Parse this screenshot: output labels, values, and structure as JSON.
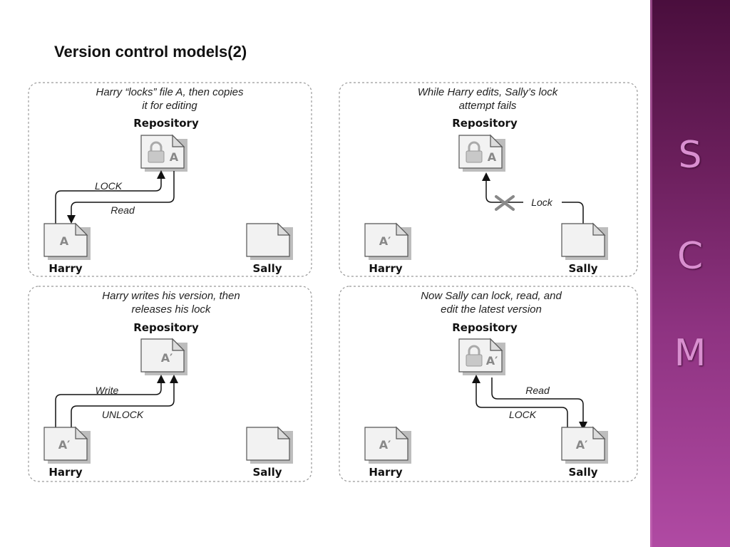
{
  "slide": {
    "title": "Version control models(2)"
  },
  "sidebar": {
    "letters": [
      "S",
      "C",
      "M"
    ]
  },
  "panels": [
    {
      "caption_line1": "Harry “locks” file A, then copies",
      "caption_line2": "it for editing",
      "repository_label": "Repository",
      "repository_doc": "A",
      "repository_locked": true,
      "harry_label": "Harry",
      "harry_doc": "A",
      "sally_label": "Sally",
      "sally_doc": "",
      "arrow_labels": [
        "LOCK",
        "Read"
      ]
    },
    {
      "caption_line1": "While Harry edits, Sally’s lock",
      "caption_line2": "attempt fails",
      "repository_label": "Repository",
      "repository_doc": "A",
      "repository_locked": true,
      "harry_label": "Harry",
      "harry_doc": "A′",
      "sally_label": "Sally",
      "sally_doc": "",
      "arrow_labels": [
        "Lock"
      ]
    },
    {
      "caption_line1": "Harry writes his version, then",
      "caption_line2": "releases his lock",
      "repository_label": "Repository",
      "repository_doc": "A′",
      "repository_locked": false,
      "harry_label": "Harry",
      "harry_doc": "A′",
      "sally_label": "Sally",
      "sally_doc": "",
      "arrow_labels": [
        "Write",
        "UNLOCK"
      ]
    },
    {
      "caption_line1": "Now Sally can lock, read, and",
      "caption_line2": "edit the latest version",
      "repository_label": "Repository",
      "repository_doc": "A′",
      "repository_locked": true,
      "harry_label": "Harry",
      "harry_doc": "A′",
      "sally_label": "Sally",
      "sally_doc": "A′",
      "arrow_labels": [
        "Read",
        "LOCK"
      ]
    }
  ]
}
